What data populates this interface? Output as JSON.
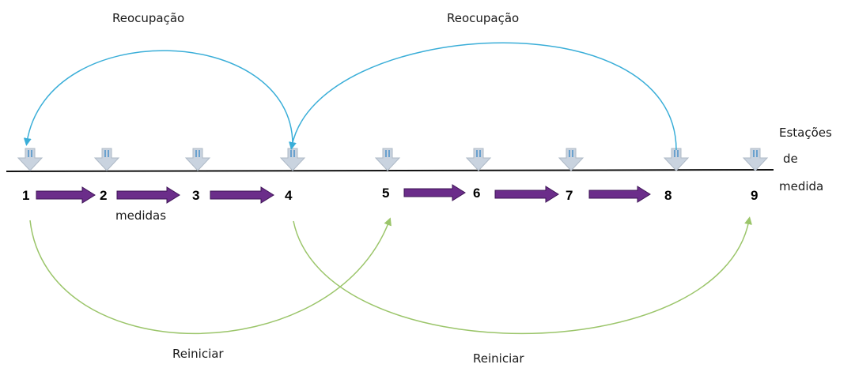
{
  "labels": {
    "reoccupation_left": "Reocupação",
    "reoccupation_right": "Reocupação",
    "measures": "medidas",
    "restart_left": "Reiniciar",
    "restart_right": "Reiniciar",
    "stations_line1": "Estações",
    "stations_line2": "de",
    "stations_line3": "medida"
  },
  "stations": [
    {
      "label": "1"
    },
    {
      "label": "2"
    },
    {
      "label": "3"
    },
    {
      "label": "4"
    },
    {
      "label": "5"
    },
    {
      "label": "6"
    },
    {
      "label": "7"
    },
    {
      "label": "8"
    },
    {
      "label": "9"
    }
  ],
  "colors": {
    "reoccupation_arc": "#3aaed8",
    "restart_arc": "#9bc56a",
    "measure_arrow": "#6b2d8a",
    "baseline": "#111111",
    "station_marker": "#c9d3df"
  }
}
